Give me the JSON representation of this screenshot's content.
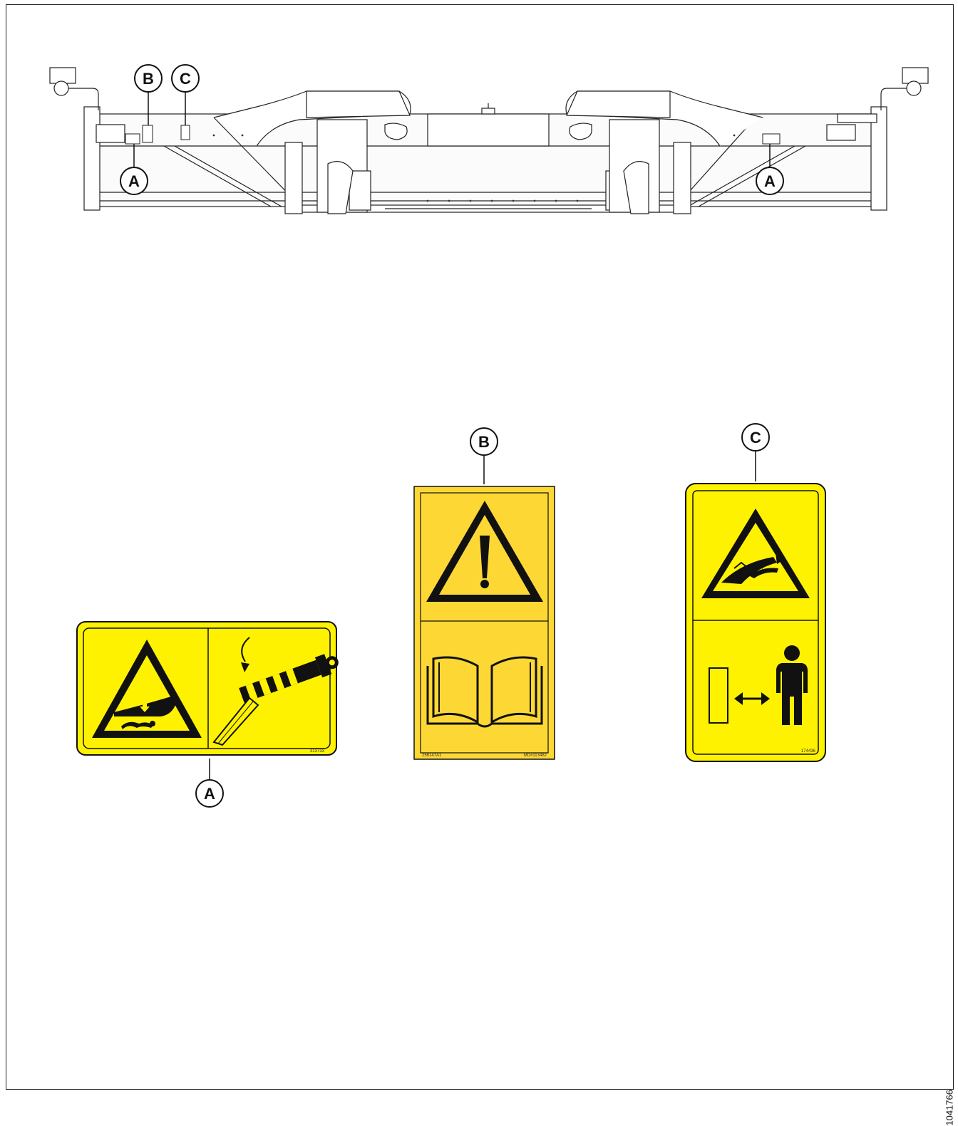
{
  "figure_id": "1041766",
  "callouts": {
    "a": "A",
    "b": "B",
    "c": "C"
  },
  "decals": {
    "a": {
      "part_number": "313733"
    },
    "b": {
      "part_number_left": "256147A1",
      "part_number_right": "MD#113482"
    },
    "c": {
      "part_number": "174436"
    }
  },
  "colors": {
    "decal_yellow": "#fff200",
    "decal_amber": "#fdd835",
    "ink": "#111111"
  }
}
